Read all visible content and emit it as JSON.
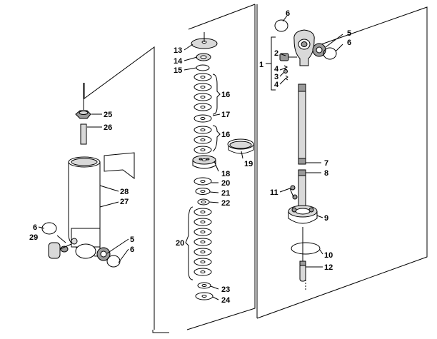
{
  "diagram": {
    "callouts": {
      "c1": "1",
      "c2": "2",
      "c3": "3",
      "c4a": "4",
      "c4b": "4",
      "c5a": "5",
      "c5b": "5",
      "c6a": "6",
      "c6b": "6",
      "c6c": "6",
      "c6d": "6",
      "c7": "7",
      "c8": "8",
      "c9": "9",
      "c10": "10",
      "c11": "11",
      "c12": "12",
      "c13": "13",
      "c14": "14",
      "c15": "15",
      "c16a": "16",
      "c16b": "16",
      "c17": "17",
      "c18": "18",
      "c19": "19",
      "c20a": "20",
      "c20b": "20",
      "c21": "21",
      "c22": "22",
      "c23": "23",
      "c24": "24",
      "c25": "25",
      "c26": "26",
      "c27": "27",
      "c28": "28",
      "c29": "29"
    }
  }
}
